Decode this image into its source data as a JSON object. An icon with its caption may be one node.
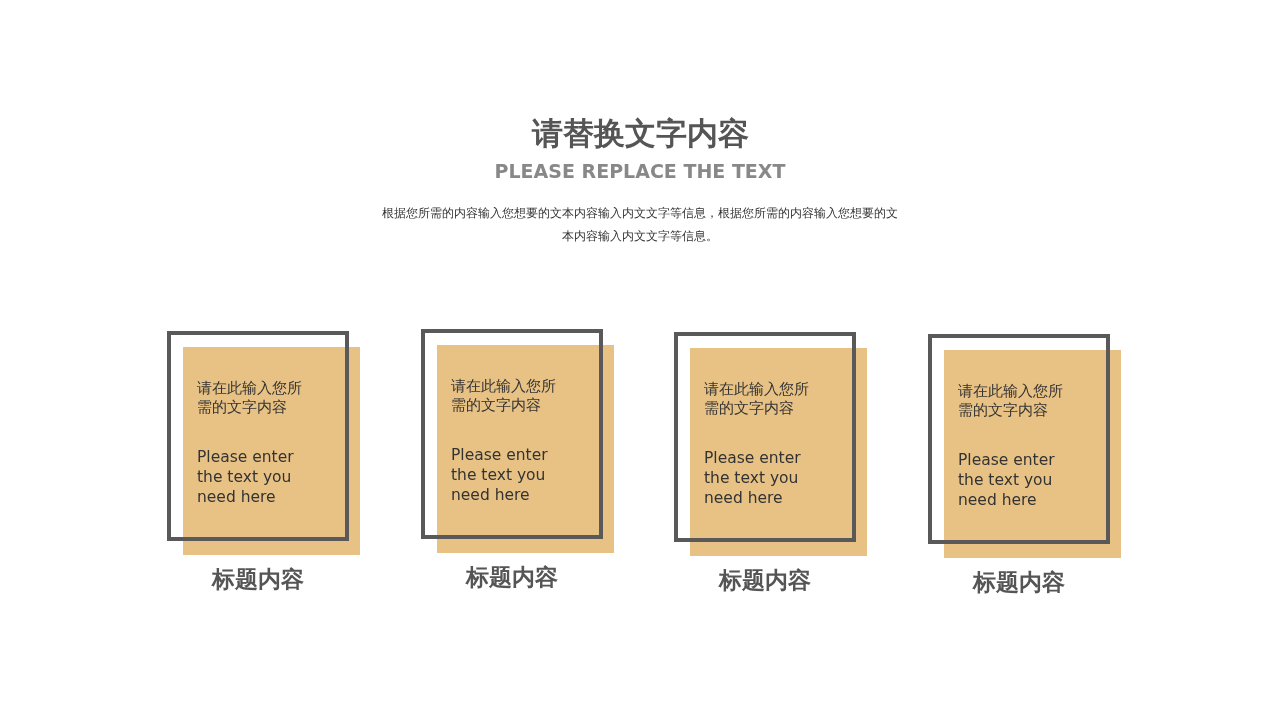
{
  "diagram": {
    "title": "请替换文字内容",
    "nodes": [
      {
        "text": [
          "请在此输入您所需的文字内容",
          "Please enter the text you need here",
          "标题内容"
        ]
      },
      {
        "text": [
          "请在此输入您所需的文字内容",
          "Please enter the text you need here",
          "标题内容"
        ]
      },
      {
        "text": [
          "请在此输入您所需的文字内容",
          "Please enter the text you need here",
          "标题内容"
        ]
      },
      {
        "text": [
          "请在此输入您所需的文字内容",
          "Please enter the text you need here",
          "标题内容"
        ]
      }
    ],
    "labels": [
      "PLEASE REPLACE THE TEXT",
      "根据您所需的内容输入您想要的文本内容输入内文文字等信息，根据您所需的内容输入您想要的文本内容输入内文文字等信息。"
    ]
  }
}
